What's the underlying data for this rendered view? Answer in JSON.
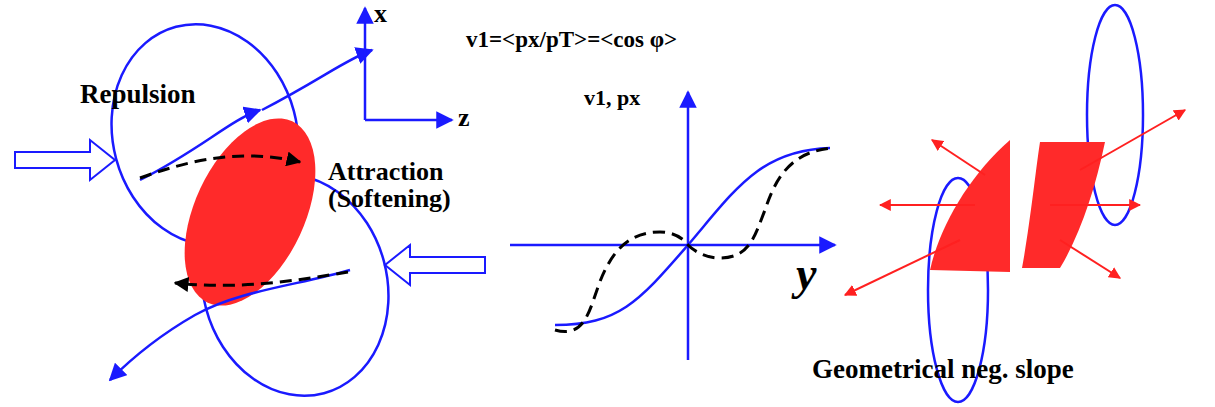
{
  "diagram": {
    "labels": [
      "Repulsion",
      "x",
      "z",
      "Attraction (Softening)",
      "v1=<px/pT>=<cos φ>",
      "v1, px",
      "y",
      "Geometrical neg. slope"
    ]
  }
}
